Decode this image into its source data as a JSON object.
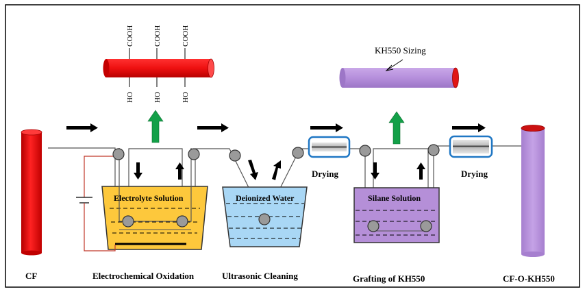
{
  "labels": {
    "cf": "CF",
    "electrochemical_oxidation": "Electrochemical Oxidation",
    "ultrasonic_cleaning": "Ultrasonic Cleaning",
    "grafting": "Grafting of KH550",
    "cf_o_kh550": "CF-O-KH550",
    "electrolyte_solution": "Electrolyte Solution",
    "deionized_water": "Deionized Water",
    "silane_solution": "Silane Solution",
    "drying_1": "Drying",
    "drying_2": "Drying",
    "kh550_sizing": "KH550 Sizing"
  },
  "groups": {
    "top_1": "COOH",
    "top_2": "COOH",
    "top_3": "COOH",
    "bottom_1": "HO",
    "bottom_2": "HO",
    "bottom_3": "HO"
  },
  "colors": {
    "red_fiber": "#ee1c1c",
    "purple_fiber": "#b991db",
    "electrolyte": "#fdc83c",
    "water": "#a9d7f5",
    "silane": "#b58fd8",
    "green_arrow": "#13a048",
    "dryer_border": "#1f77c4",
    "circuit": "#c0392b"
  }
}
